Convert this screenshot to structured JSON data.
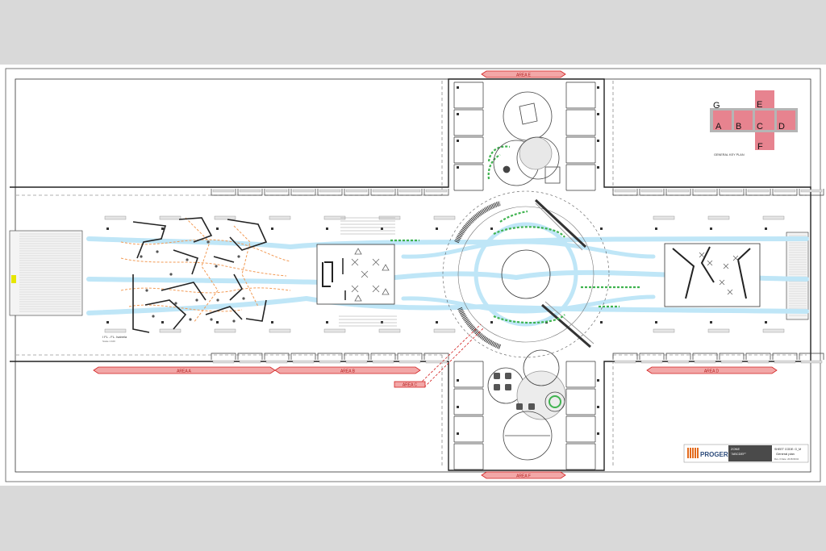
{
  "areas": {
    "a": "AREA A",
    "b": "AREA B",
    "c": "AREA C",
    "d": "AREA D",
    "e": "AREA E",
    "f": "AREA F"
  },
  "key_plan": {
    "title": "GENERAL KEY PLAN",
    "labels": [
      "G",
      "A",
      "B",
      "C",
      "D",
      "E",
      "F"
    ]
  },
  "left_block_label": "I FL - FL. Isabela",
  "left_block_scale": "Scale 1:100",
  "title_block": {
    "logo": "PROGER",
    "zone_label": "ZONE",
    "zone_value": "\"ABCDEF\"",
    "sheet_code": "SHEET CODE: G_M",
    "sheet_title": "General plan",
    "rev": "Rev. 0   Date: 2015/03/04"
  },
  "colors": {
    "sheet": "#ffffff",
    "background": "#d9d9d9",
    "line": "#333333",
    "water": "#bfe6f7",
    "green": "#3fb34f",
    "orange": "#f29b56",
    "area_fill": "#f2a7a7",
    "area_stroke": "#d22020",
    "key_pink": "#e7838f",
    "key_grey": "#b5b5b5"
  }
}
